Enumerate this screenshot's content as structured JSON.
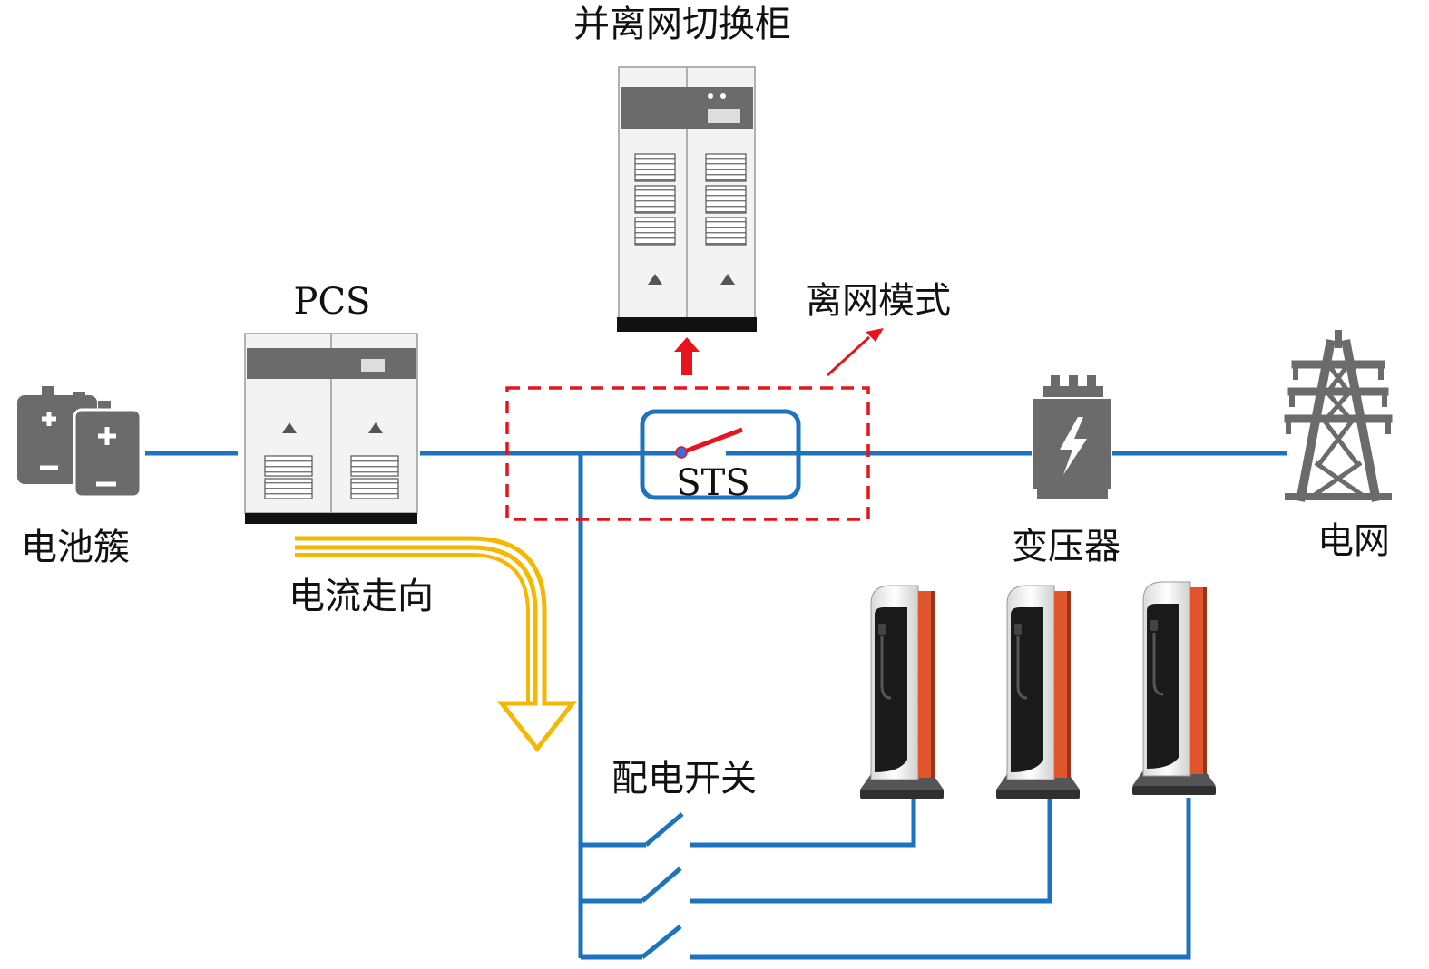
{
  "labels": {
    "battery": "电池簇",
    "pcs": "PCS",
    "switch_cabinet": "并离网切换柜",
    "off_grid_mode": "离网模式",
    "sts": "STS",
    "transformer": "变压器",
    "grid": "电网",
    "current_direction": "电流走向",
    "distribution_switch": "配电开关"
  },
  "colors": {
    "line": "#1e73be",
    "accent_red": "#e8141b",
    "flow_arrow": "#f5b800",
    "equipment_dark": "#6b6b6b",
    "equipment_light": "#f2f2f2",
    "charger_orange": "#e0552b"
  },
  "icons": {
    "battery": "battery-cluster-icon",
    "transformer": "transformer-icon",
    "grid": "transmission-tower-icon",
    "charger": "ev-charger-icon"
  }
}
